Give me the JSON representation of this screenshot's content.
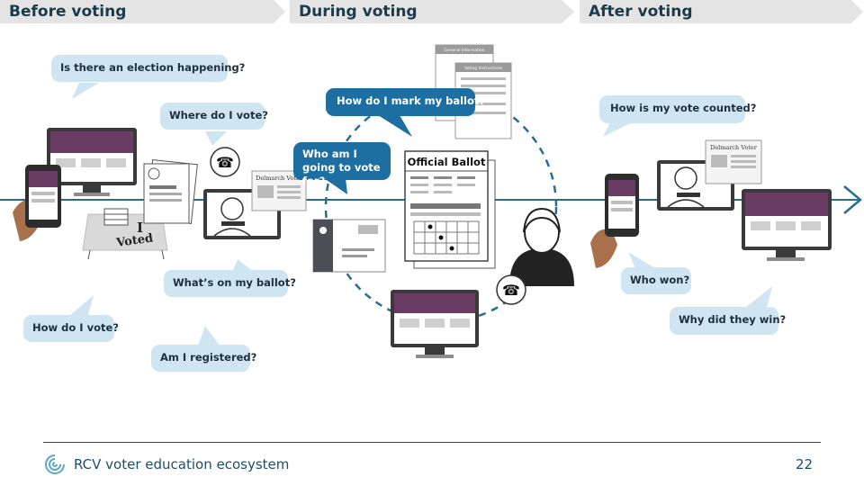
{
  "stages": [
    {
      "label": "Before voting"
    },
    {
      "label": "During voting"
    },
    {
      "label": "After voting"
    }
  ],
  "questions": {
    "before": [
      "Is there an election happening?",
      "Where do I vote?",
      "What’s on my ballot?",
      "How do I vote?",
      "Am I registered?"
    ],
    "during": [
      "How do I mark my ballot?",
      "Who am I going to vote for?"
    ],
    "after": [
      "How is my vote counted?",
      "Who won?",
      "Why did they win?"
    ]
  },
  "artifacts": {
    "ballot_title": "Official Ballot",
    "sticker_line1": "I",
    "sticker_line2": "Voted",
    "newspaper_masthead": "Delmarch Voter",
    "handout_heading_1": "General Information",
    "handout_heading_2": "Voting Instructions"
  },
  "colors": {
    "stage_bar": "#e4e4e4",
    "stage_text": "#1b3a4b",
    "timeline": "#2a6d8c",
    "bubble_light": "#cfe6f2",
    "bubble_dark": "#1d6fa1",
    "screen_accent": "#6b3c63"
  },
  "icons": [
    "phone-icon",
    "smartphone-icon",
    "monitor-icon",
    "laptop-icon",
    "ballot-icon",
    "mail-icon",
    "newspaper-icon",
    "poll-worker-icon",
    "voted-sticker-icon"
  ],
  "footer": {
    "title": "RCV voter education ecosystem",
    "page": "22"
  }
}
